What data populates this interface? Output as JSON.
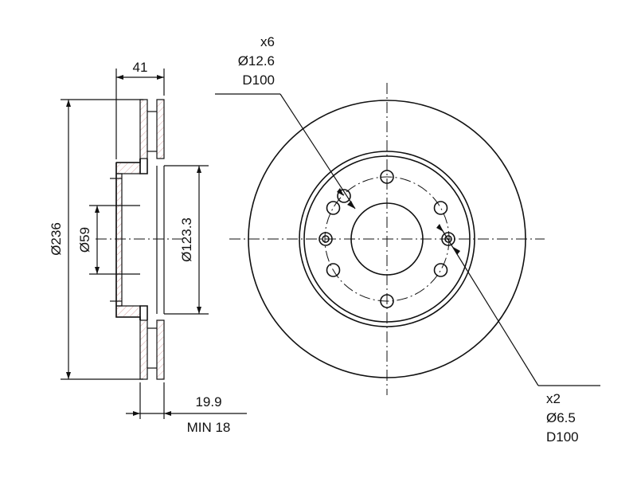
{
  "side_view": {
    "width_label": "41",
    "outer_diameter_label": "Ø236",
    "center_bore_label": "Ø59",
    "hat_diameter_label": "Ø123.3",
    "thickness_label": "19.9",
    "min_thickness_label": "MIN 18"
  },
  "front_view": {
    "bolt_holes": {
      "count_label": "x6",
      "diameter_label": "Ø12.6",
      "pcd_label": "D100"
    },
    "pilot_holes": {
      "count_label": "x2",
      "diameter_label": "Ø6.5",
      "pcd_label": "D100"
    }
  }
}
